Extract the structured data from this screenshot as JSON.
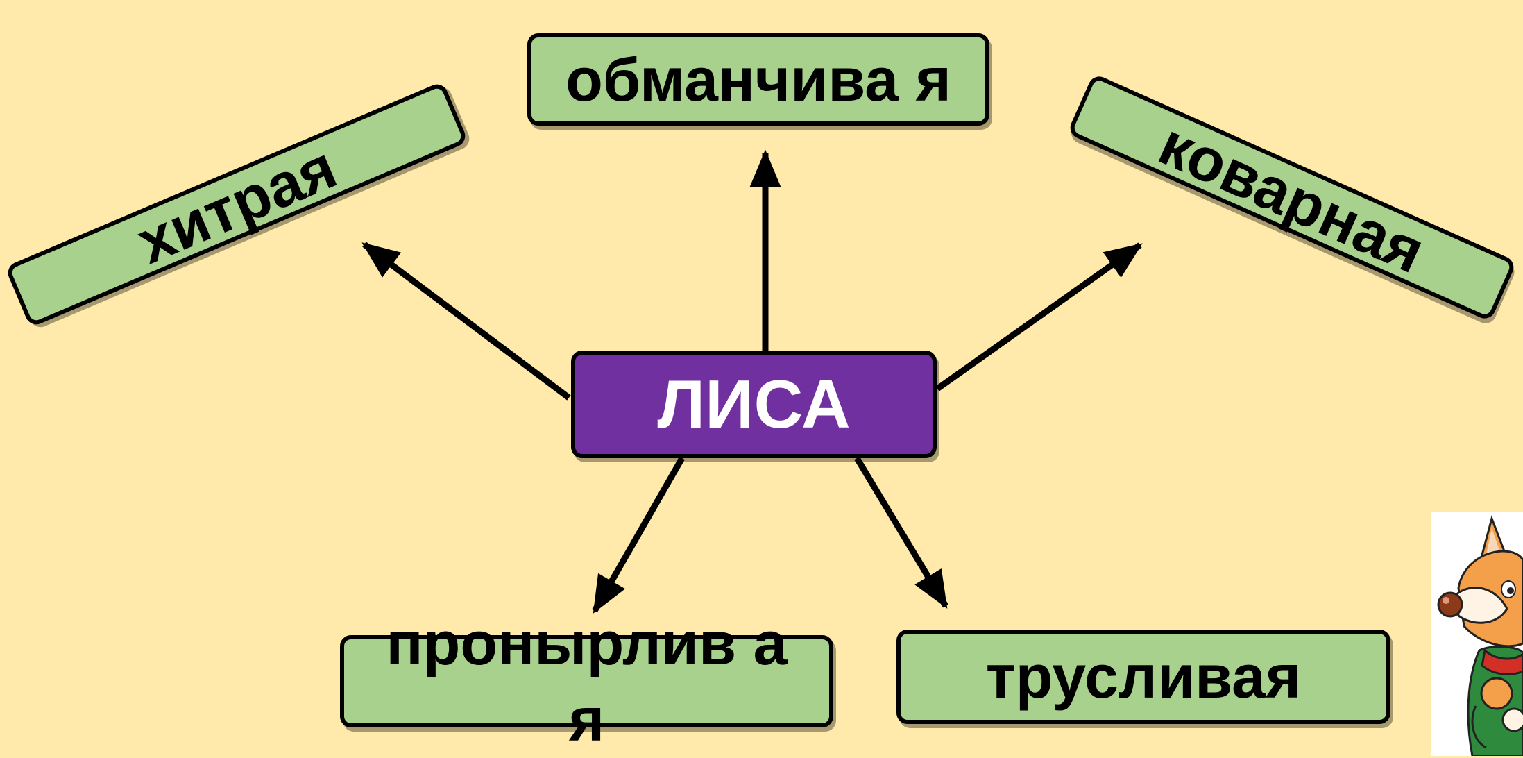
{
  "diagram": {
    "center": {
      "label": "ЛИСА"
    },
    "nodes": [
      {
        "id": "hitraya",
        "label": "хитрая"
      },
      {
        "id": "obmanchivaya",
        "label": "обманчива я"
      },
      {
        "id": "kovarnaya",
        "label": "коварная"
      },
      {
        "id": "pronyrlivaya",
        "label": "пронырлив ая"
      },
      {
        "id": "truslivaya",
        "label": "трусливая"
      }
    ]
  },
  "colors": {
    "background": "#FFEAAB",
    "node_fill": "#A9D18E",
    "center_fill": "#7030A0",
    "center_text": "#FFFFFF",
    "outline": "#000000"
  },
  "decoration": {
    "mascot": "fox-cartoon"
  }
}
